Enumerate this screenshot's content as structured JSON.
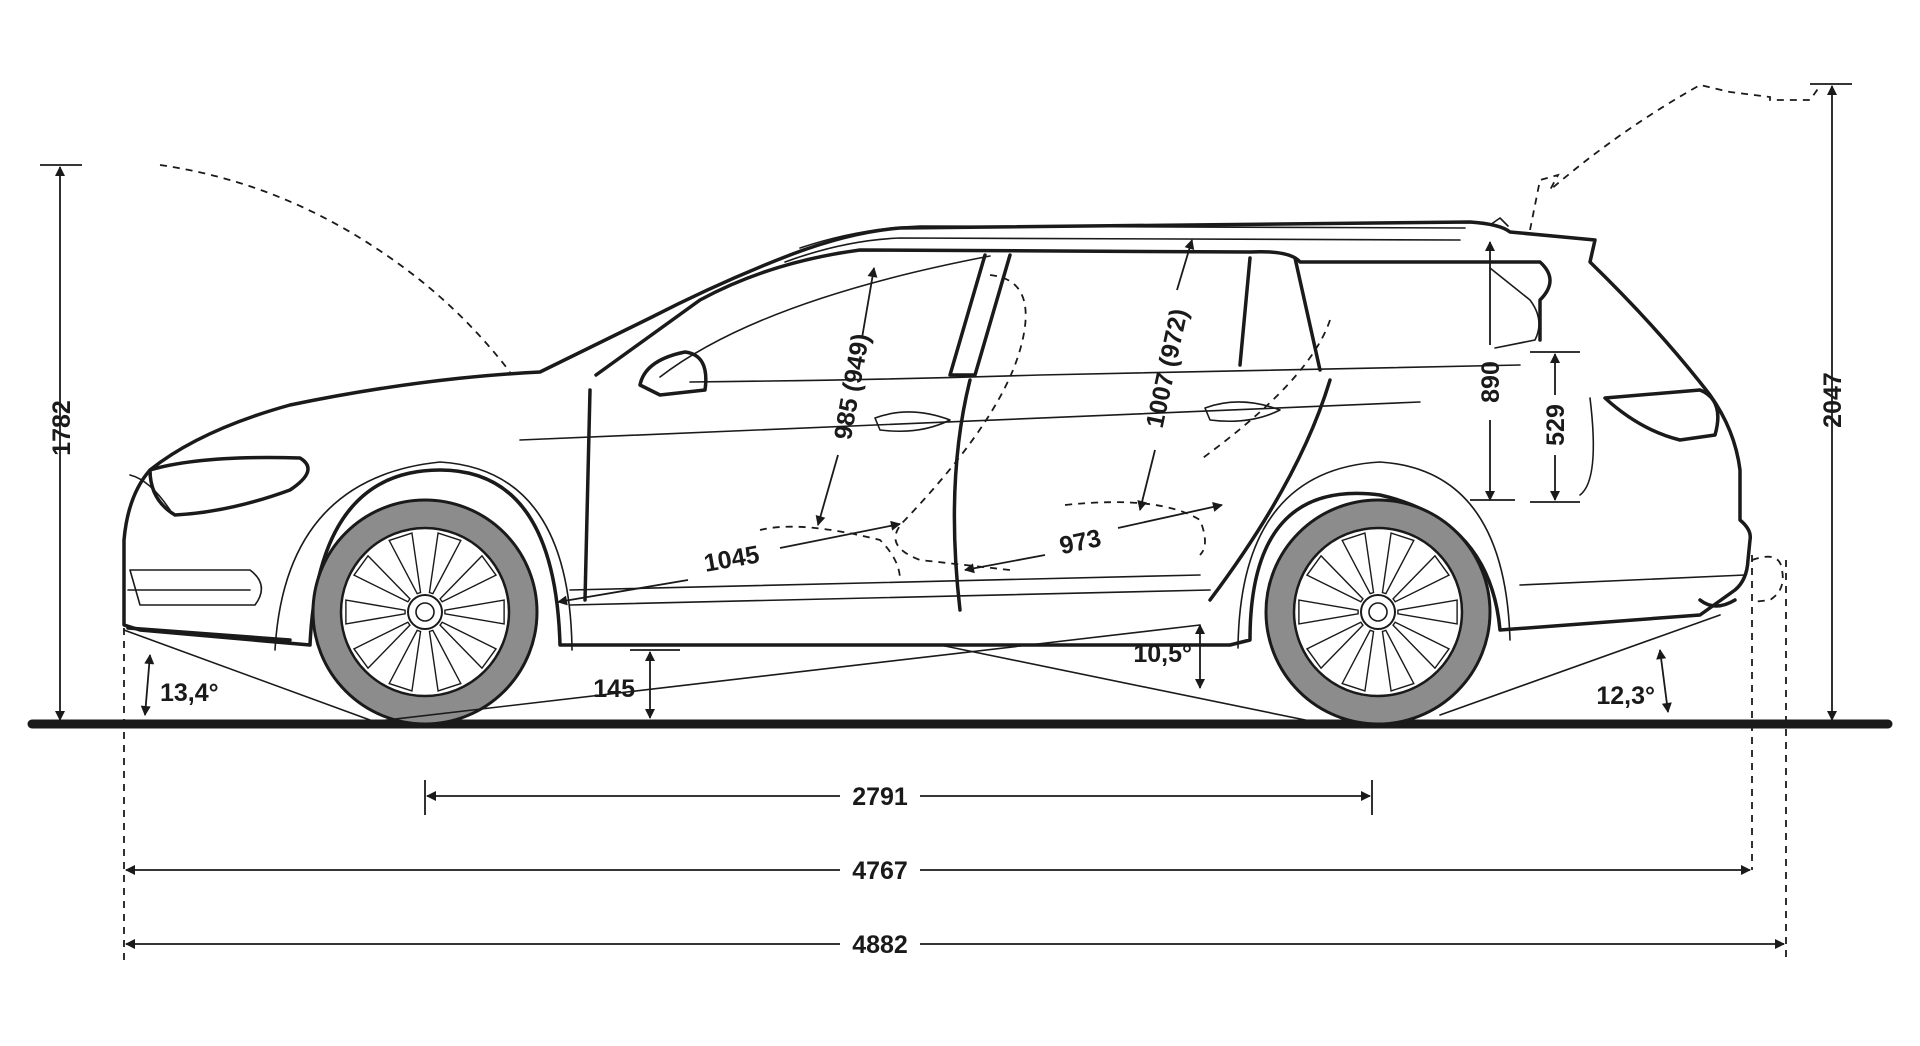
{
  "dimensions": {
    "overall_height": "1782",
    "height_tailgate_open": "2047",
    "wheelbase": "2791",
    "length_body": "4767",
    "overall_length": "4882",
    "ground_clearance": "145",
    "approach_angle": "13,4°",
    "ramp_angle": "10,5°",
    "departure_angle": "12,3°",
    "front_headroom": "985 (949)",
    "rear_headroom": "1007 (972)",
    "front_legroom": "1045",
    "rear_legroom": "973",
    "cargo_opening_height": "890",
    "load_sill_height": "529"
  },
  "colors": {
    "line": "#1a1a1a",
    "tire": "#8c8c8c",
    "background": "#ffffff"
  }
}
